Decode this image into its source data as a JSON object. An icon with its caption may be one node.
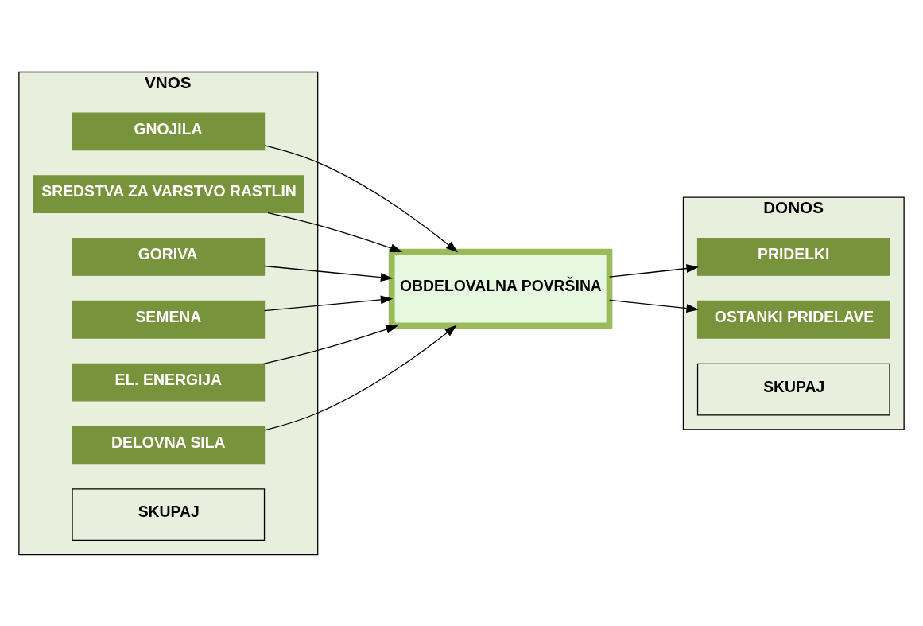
{
  "diagram": {
    "nodes": [
      {
        "text": [
          "VNOS"
        ]
      },
      {
        "text": [
          "GNOJILA"
        ],
        "in": 0
      },
      {
        "text": [
          "SREDSTVA ZA VARSTVO RASTLIN"
        ],
        "in": 0
      },
      {
        "text": [
          "GORIVA"
        ],
        "in": 0
      },
      {
        "text": [
          "SEMENA"
        ],
        "in": 0
      },
      {
        "text": [
          "EL. ENERGIJA"
        ],
        "in": 0
      },
      {
        "text": [
          "DELOVNA SILA"
        ],
        "in": 0
      },
      {
        "text": [
          "SKUPAJ"
        ],
        "in": 0
      },
      {
        "text": [
          "DONOS"
        ]
      },
      {
        "text": [
          "PRIDELKI"
        ],
        "in": 8
      },
      {
        "text": [
          "OSTANKI PRIDELAVE"
        ],
        "in": 8
      },
      {
        "text": [
          "SKUPAJ"
        ],
        "in": 8
      },
      {
        "text": [
          "OBDELOVALNA POVRŠINA"
        ]
      }
    ],
    "edges": [
      {
        "from": 1,
        "to": 12,
        "arrow": "to"
      },
      {
        "from": 2,
        "to": 12,
        "arrow": "to"
      },
      {
        "from": 3,
        "to": 12,
        "arrow": "to"
      },
      {
        "from": 4,
        "to": 12,
        "arrow": "to"
      },
      {
        "from": 5,
        "to": 12,
        "arrow": "to"
      },
      {
        "from": 6,
        "to": 12,
        "arrow": "to"
      },
      {
        "from": 12,
        "to": 9,
        "arrow": "to"
      },
      {
        "from": 12,
        "to": 10,
        "arrow": "to"
      }
    ]
  }
}
